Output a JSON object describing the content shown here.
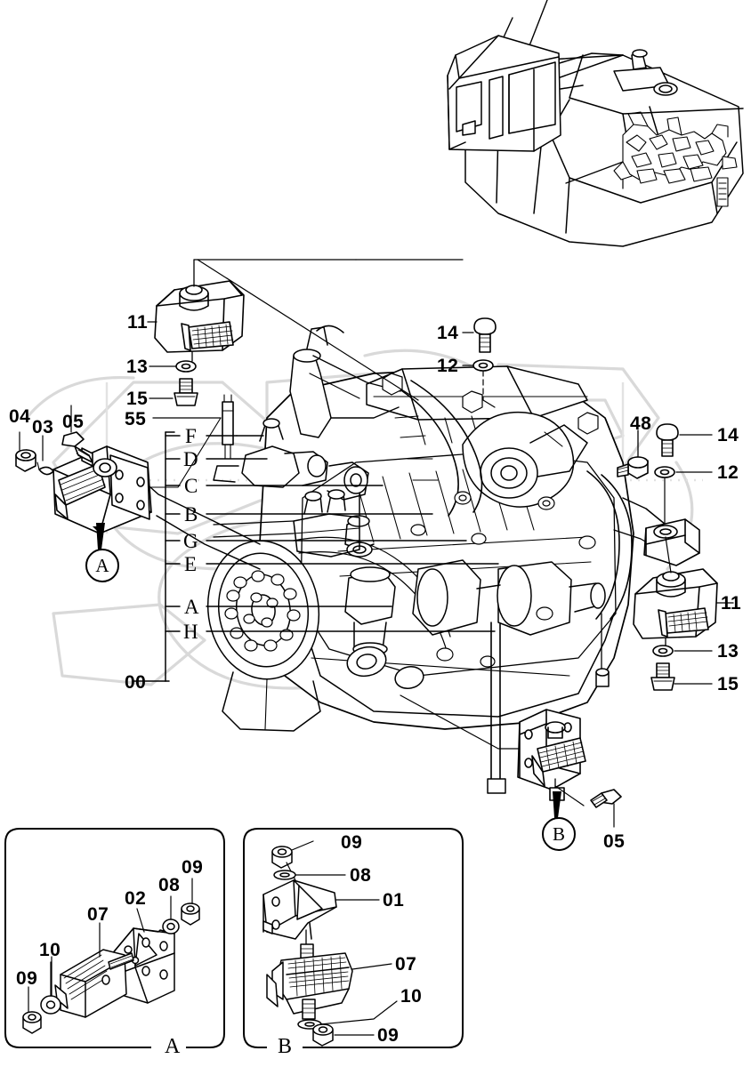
{
  "document": {
    "type": "parts-exploded-view-diagram",
    "subject": "Engine mounting / engine assembly",
    "machine": "hydraulic excavator upper structure"
  },
  "group_number": "00",
  "callout_letters": [
    "F",
    "D",
    "C",
    "B",
    "G",
    "E",
    "A",
    "H"
  ],
  "labels": {
    "top_left_cluster": [
      "11",
      "13",
      "15",
      "55"
    ],
    "left_cluster": [
      "04",
      "03",
      "05"
    ],
    "top_center_cluster": [
      "14",
      "12"
    ],
    "right_cluster": [
      "48",
      "14",
      "12",
      "11",
      "13",
      "15"
    ],
    "bottom_right_cluster": [
      "05"
    ]
  },
  "markers": [
    {
      "id": "marker-a",
      "text": "A"
    },
    {
      "id": "marker-b",
      "text": "B"
    }
  ],
  "insets": [
    {
      "id": "inset-a",
      "title": "A",
      "parts": [
        "09",
        "10",
        "07",
        "02",
        "08",
        "09"
      ]
    },
    {
      "id": "inset-b",
      "title": "B",
      "parts": [
        "09",
        "08",
        "01",
        "07",
        "10",
        "09"
      ]
    }
  ],
  "colors": {
    "line": "#000000",
    "watermark": "#d9d9d9",
    "background": "#ffffff"
  }
}
